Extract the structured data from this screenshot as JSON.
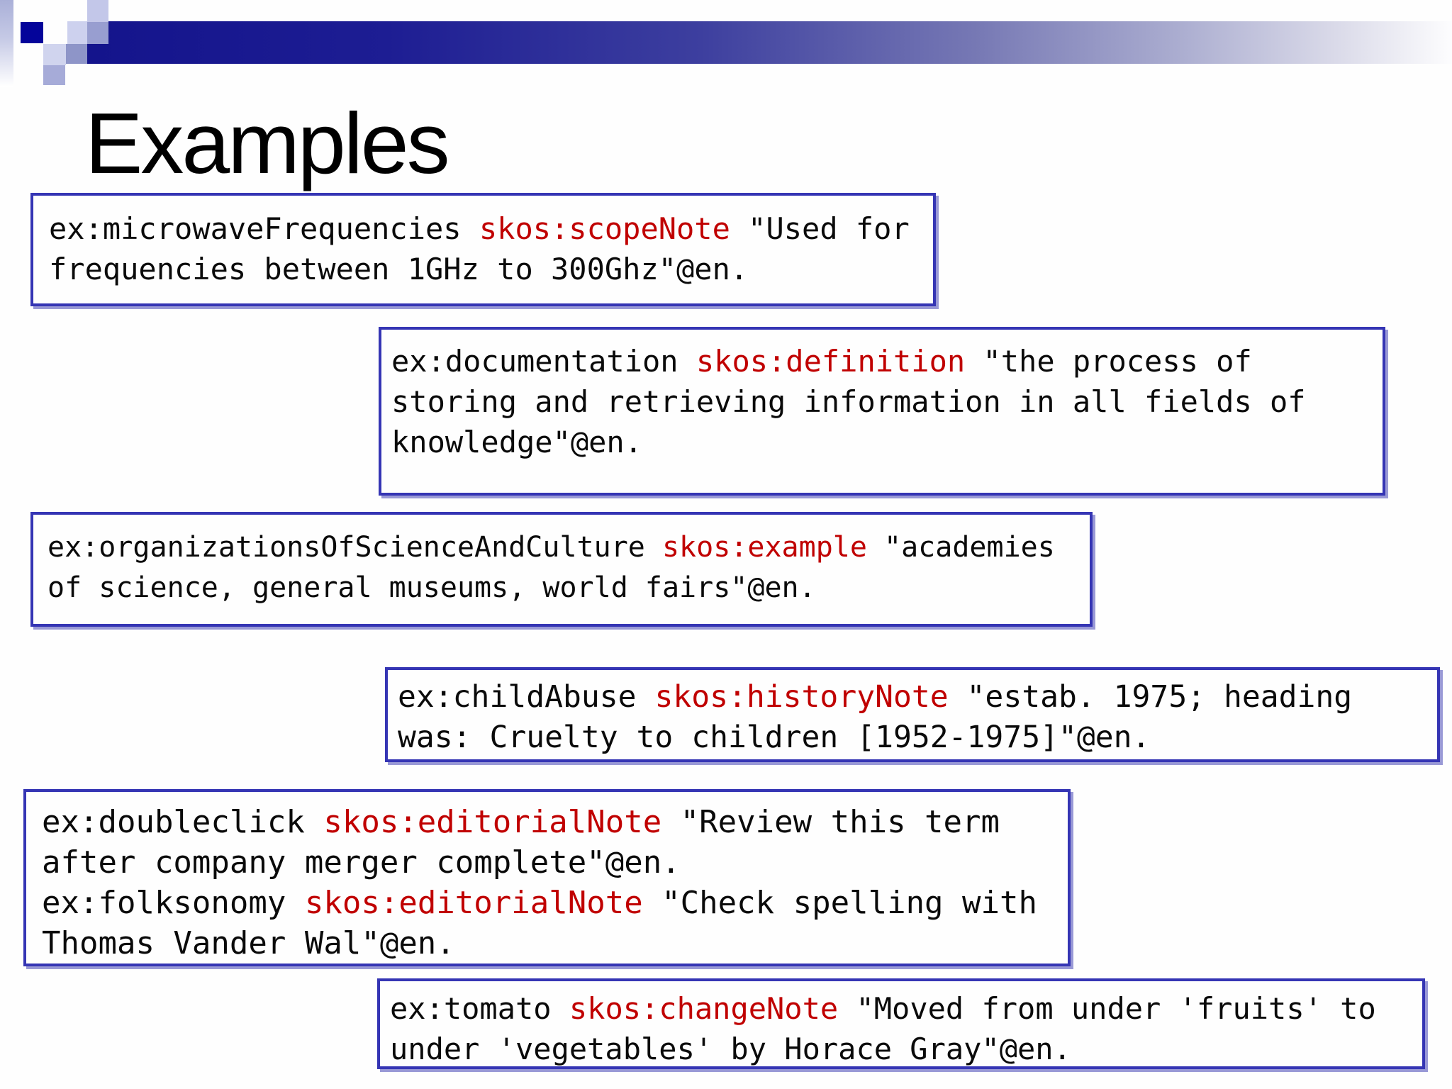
{
  "slide": {
    "title": "Examples"
  },
  "colors": {
    "property_red": "#c00000",
    "box_border_blue": "#3535b4",
    "header_bar_navy": "#14148c"
  },
  "boxes": [
    {
      "name": "scope-note-example",
      "lines": [
        [
          {
            "t": "ex:microwaveFrequencies ",
            "c": "k"
          },
          {
            "t": "skos:scopeNote",
            "c": "r"
          },
          {
            "t": " \"Used for",
            "c": "k"
          }
        ],
        [
          {
            "t": "frequencies between 1GHz to 300Ghz\"@en.",
            "c": "k"
          }
        ]
      ]
    },
    {
      "name": "definition-example",
      "lines": [
        [
          {
            "t": "ex:documentation ",
            "c": "k"
          },
          {
            "t": "skos:definition",
            "c": "r"
          },
          {
            "t": " \"the process of",
            "c": "k"
          }
        ],
        [
          {
            "t": "storing and retrieving information in all fields of",
            "c": "k"
          }
        ],
        [
          {
            "t": "knowledge\"@en.",
            "c": "k"
          }
        ]
      ]
    },
    {
      "name": "example-note-example",
      "lines": [
        [
          {
            "t": "ex:organizationsOfScienceAndCulture ",
            "c": "k"
          },
          {
            "t": "skos:example",
            "c": "r"
          },
          {
            "t": " \"academies",
            "c": "k"
          }
        ],
        [
          {
            "t": "of science, general museums, world fairs\"@en.",
            "c": "k"
          }
        ]
      ]
    },
    {
      "name": "history-note-example",
      "lines": [
        [
          {
            "t": "ex:childAbuse ",
            "c": "k"
          },
          {
            "t": "skos:historyNote",
            "c": "r"
          },
          {
            "t": " \"estab. 1975; heading",
            "c": "k"
          }
        ],
        [
          {
            "t": "was: Cruelty to children [1952-1975]\"@en.",
            "c": "k"
          }
        ]
      ]
    },
    {
      "name": "editorial-note-example",
      "lines": [
        [
          {
            "t": "ex:doubleclick ",
            "c": "k"
          },
          {
            "t": "skos:editorialNote",
            "c": "r"
          },
          {
            "t": " \"Review this term",
            "c": "k"
          }
        ],
        [
          {
            "t": "after company merger complete\"@en.",
            "c": "k"
          }
        ],
        [
          {
            "t": "ex:folksonomy ",
            "c": "k"
          },
          {
            "t": "skos:editorialNote",
            "c": "r"
          },
          {
            "t": " \"Check spelling with",
            "c": "k"
          }
        ],
        [
          {
            "t": "Thomas Vander Wal\"@en.",
            "c": "k"
          }
        ]
      ]
    },
    {
      "name": "change-note-example",
      "lines": [
        [
          {
            "t": "ex:tomato ",
            "c": "k"
          },
          {
            "t": "skos:changeNote",
            "c": "r"
          },
          {
            "t": " \"Moved from under 'fruits' to",
            "c": "k"
          }
        ],
        [
          {
            "t": "under 'vegetables' by Horace Gray\"@en.",
            "c": "k"
          }
        ]
      ]
    }
  ]
}
